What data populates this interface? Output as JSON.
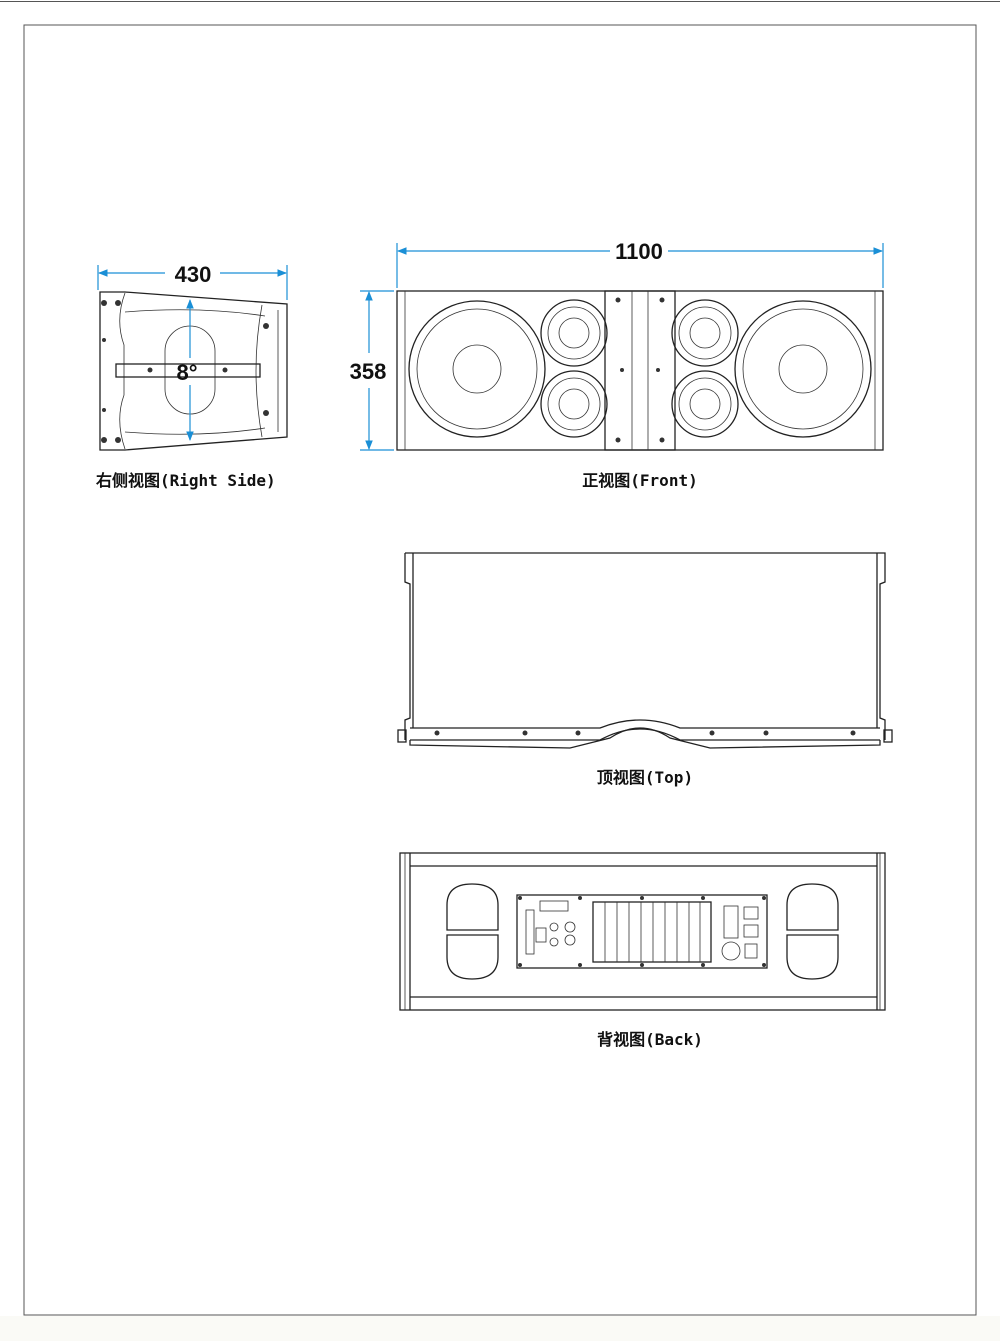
{
  "views": {
    "right_side": {
      "caption": "右侧视图(Right Side)",
      "width_dim": "430",
      "angle": "8°"
    },
    "front": {
      "caption": "正视图(Front)",
      "width_dim": "1100",
      "height_dim": "358"
    },
    "top": {
      "caption": "顶视图(Top)"
    },
    "back": {
      "caption": "背视图(Back)"
    }
  },
  "colors": {
    "dimension_line": "#1a8fd6",
    "drawing_line": "#222222"
  }
}
